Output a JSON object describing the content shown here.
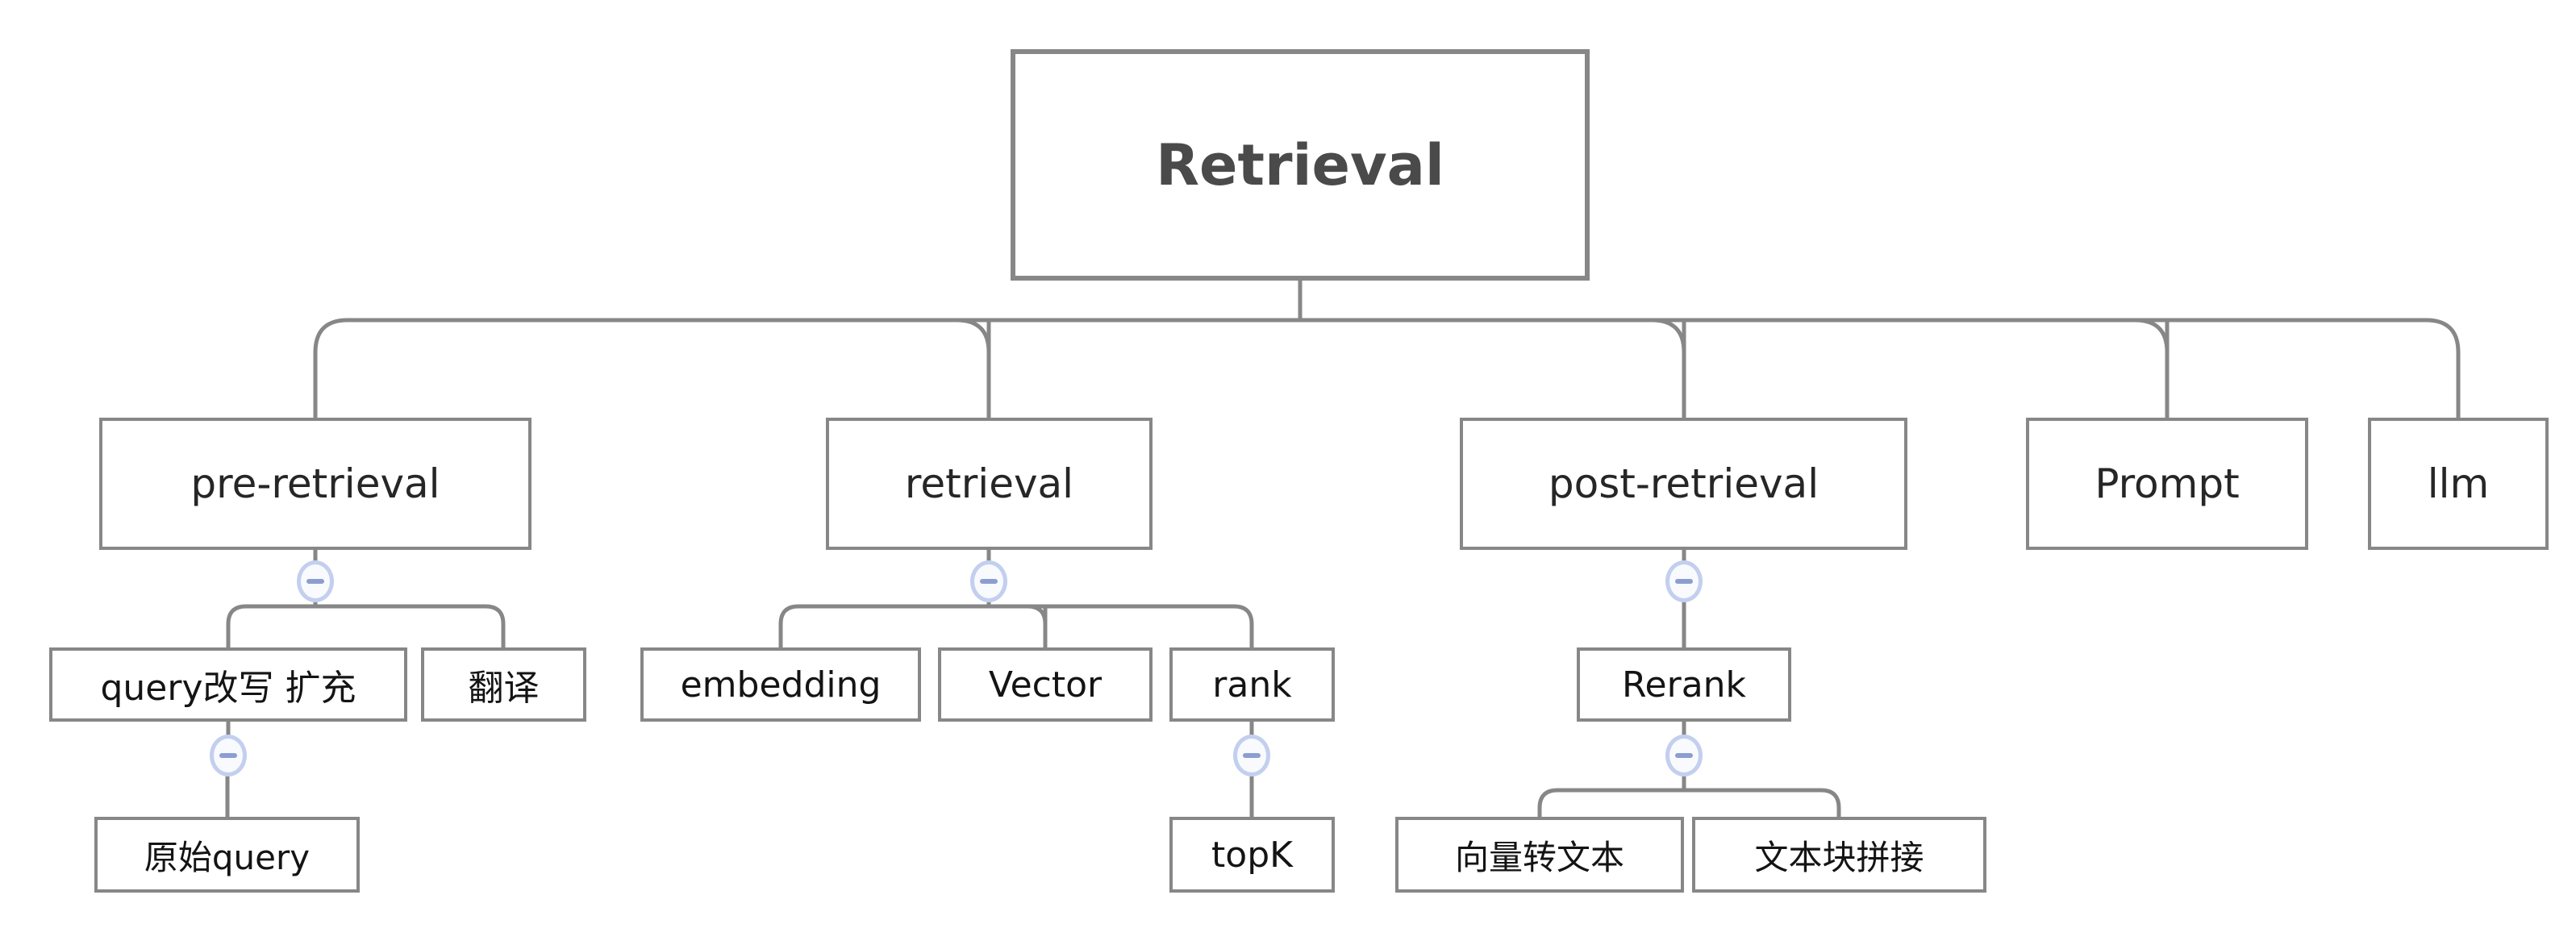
{
  "diagram": {
    "type": "mindmap-tree",
    "title_node": "Retrieval",
    "nodes": {
      "root": {
        "label": "Retrieval",
        "parent": null
      },
      "pre_retrieval": {
        "label": "pre-retrieval",
        "parent": "root"
      },
      "retrieval": {
        "label": "retrieval",
        "parent": "root"
      },
      "post_retrieval": {
        "label": "post-retrieval",
        "parent": "root"
      },
      "prompt": {
        "label": "Prompt",
        "parent": "root"
      },
      "llm": {
        "label": "llm",
        "parent": "root"
      },
      "query_rewrite": {
        "label": "query改写 扩充",
        "parent": "pre_retrieval"
      },
      "translate": {
        "label": "翻译",
        "parent": "pre_retrieval"
      },
      "embedding": {
        "label": "embedding",
        "parent": "retrieval"
      },
      "vector": {
        "label": "Vector",
        "parent": "retrieval"
      },
      "rank": {
        "label": "rank",
        "parent": "retrieval"
      },
      "rerank": {
        "label": "Rerank",
        "parent": "post_retrieval"
      },
      "original_query": {
        "label": "原始query",
        "parent": "query_rewrite"
      },
      "topk": {
        "label": "topK",
        "parent": "rank"
      },
      "vector_to_text": {
        "label": "向量转文本",
        "parent": "rerank"
      },
      "text_chunk_concat": {
        "label": "文本块拼接",
        "parent": "rerank"
      }
    },
    "icons": {
      "collapse": "minus-in-circle"
    },
    "colors": {
      "background": "#ffffff",
      "box_border": "#878787",
      "connector": "#878787",
      "root_text": "#4a4a4a",
      "node_text": "#1e1e1e",
      "collapse_border": "#c3cfee",
      "collapse_fill": "#f8fafd",
      "collapse_minus": "#8c9ed1"
    }
  }
}
